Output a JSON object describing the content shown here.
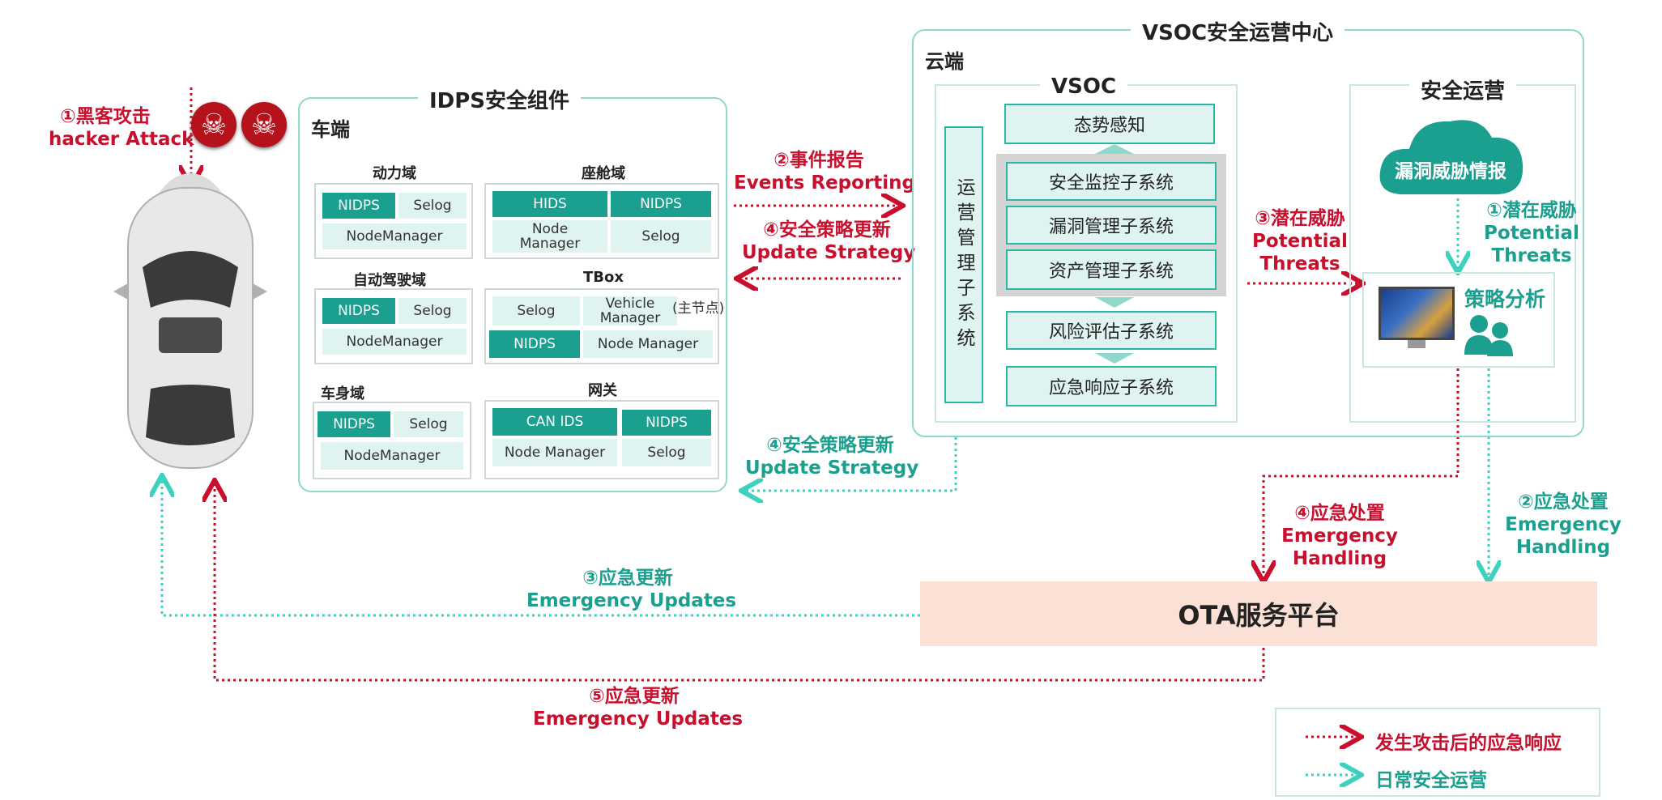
{
  "attack": {
    "label_cn": "①黑客攻击",
    "label_en": "hacker Attack"
  },
  "idps": {
    "title": "IDPS安全组件",
    "vehicle_end": "车端",
    "domains": {
      "power": {
        "name": "动力域",
        "c1": "NIDPS",
        "c2": "Selog",
        "c3": "NodeManager"
      },
      "cockpit": {
        "name": "座舱域",
        "c1": "HIDS",
        "c2": "NIDPS",
        "c3": "Node Manager",
        "c4": "Selog"
      },
      "autodrive": {
        "name": "自动驾驶域",
        "c1": "NIDPS",
        "c2": "Selog",
        "c3": "NodeManager"
      },
      "tbox": {
        "name": "TBox",
        "c1": "Selog",
        "c2": "Vehicle Manager",
        "c2_note": "(主节点)",
        "c3": "NIDPS",
        "c4": "Node Manager"
      },
      "body": {
        "name": "车身域",
        "c1": "NIDPS",
        "c2": "Selog",
        "c3": "NodeManager"
      },
      "gateway": {
        "name": "网关",
        "c1": "CAN IDS",
        "c2": "NIDPS",
        "c3": "Node Manager",
        "c4": "Selog"
      }
    }
  },
  "vsoc_center": {
    "title": "VSOC安全运营中心",
    "cloud": "云端",
    "vsoc": "VSOC",
    "ops_mgmt": "运营管理子系统",
    "situational": "态势感知",
    "systems": [
      "安全监控子系统",
      "漏洞管理子系统",
      "资产管理子系统"
    ],
    "risk": "风险评估子系统",
    "response": "应急响应子系统",
    "security_ops": "安全运营",
    "threat_intel": "漏洞威胁情报",
    "strategy": "策略分析"
  },
  "arrows": {
    "event_report": {
      "cn": "②事件报告",
      "en": "Events Reporting"
    },
    "update_strategy_red": {
      "cn": "④安全策略更新",
      "en": "Update Strategy"
    },
    "update_strategy_green": {
      "cn": "④安全策略更新",
      "en": "Update Strategy"
    },
    "potential_red": {
      "cn": "③潜在威胁",
      "en1": "Potential",
      "en2": "Threats"
    },
    "potential_green": {
      "cn": "①潜在威胁",
      "en1": "Potential",
      "en2": "Threats"
    },
    "emergency_handling_red": {
      "cn": "④应急处置",
      "en1": "Emergency",
      "en2": "Handling"
    },
    "emergency_handling_green": {
      "cn": "②应急处置",
      "en1": "Emergency",
      "en2": "Handling"
    },
    "emergency_update_green": {
      "cn": "③应急更新",
      "en": "Emergency Updates"
    },
    "emergency_update_red": {
      "cn": "⑤应急更新",
      "en": "Emergency Updates"
    }
  },
  "ota": "OTA服务平台",
  "legend": {
    "red": "发生攻击后的应急响应",
    "green": "日常安全运营"
  },
  "colors": {
    "teal": "#1b9f8e",
    "red": "#c8102e",
    "green_line": "#3fd1bd",
    "ota_bg": "#fbe0d6"
  }
}
